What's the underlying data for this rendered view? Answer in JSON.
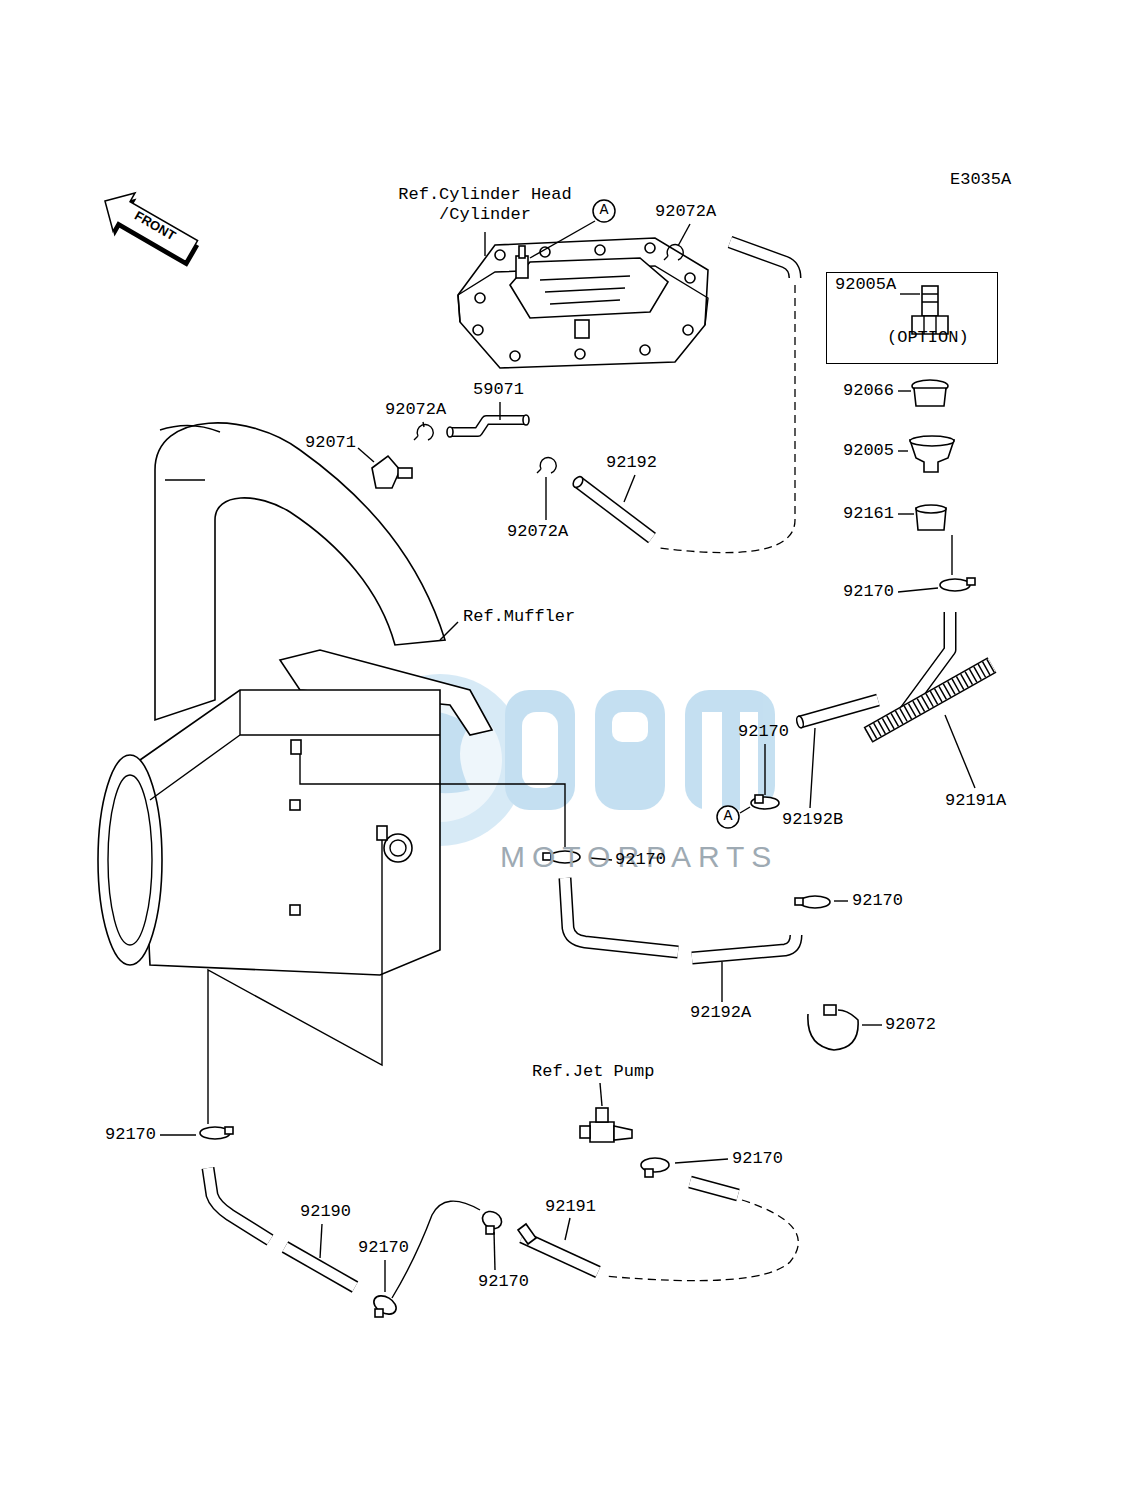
{
  "diagram": {
    "nodes": [
      {
        "text": [
          "FRONT"
        ]
      },
      {
        "text": [
          "A"
        ]
      },
      {
        "text": [
          "92005A",
          "(OPTION)"
        ]
      },
      {
        "text": [
          "A"
        ]
      }
    ],
    "labels": [
      "E3035A",
      "Ref.Cylinder Head /Cylinder",
      "92072A",
      "59071",
      "92066",
      "92072A",
      "92071",
      "92005",
      "92192",
      "92161",
      "92072A",
      "92170",
      "Ref.Muffler",
      "92170",
      "92191A",
      "92192B",
      "MOTORPARTS",
      "92170",
      "92170",
      "92192A",
      "92072",
      "Ref.Jet Pump",
      "92170",
      "92170",
      "92191",
      "92190",
      "92170",
      "92170"
    ]
  }
}
